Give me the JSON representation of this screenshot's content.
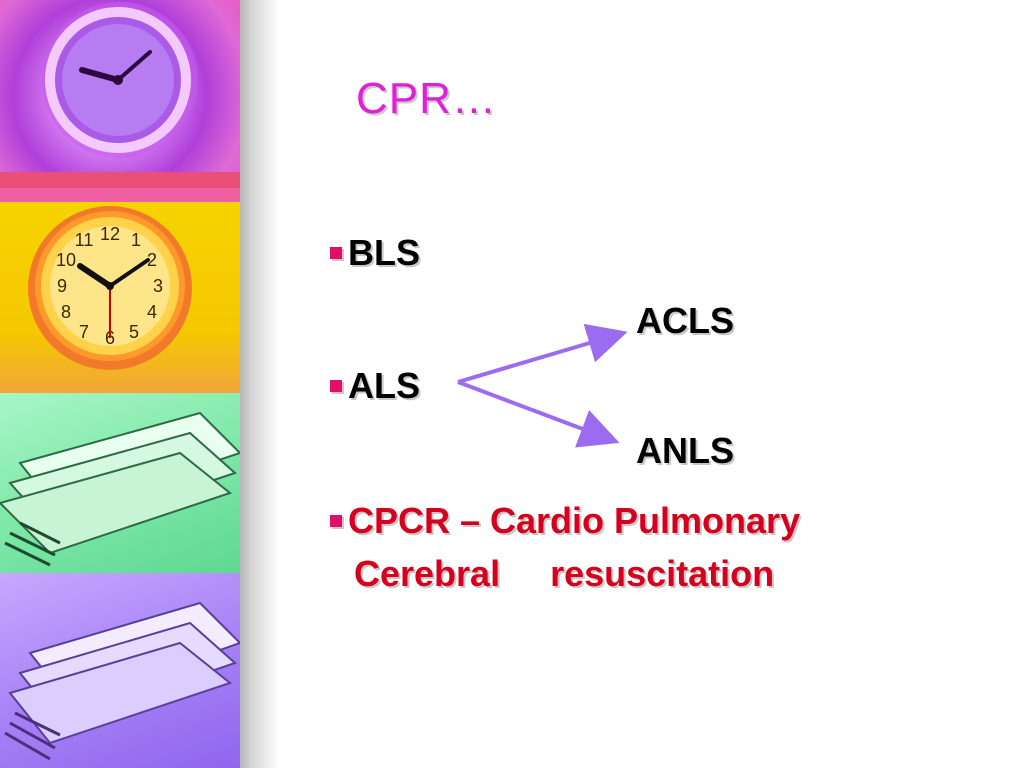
{
  "slide": {
    "title": "CPR…",
    "bullets": {
      "bls": "BLS",
      "als": "ALS",
      "cpcr_line1": "CPCR – Cardio Pulmonary",
      "cpcr_line2": "Cerebral     resuscitation"
    },
    "branches": {
      "upper": "ACLS",
      "lower": "ANLS"
    }
  },
  "colors": {
    "title": "#e020d8",
    "bullet_marker": "#e0106a",
    "body_text": "#000000",
    "cpcr_text": "#d4001e",
    "arrow": "#9b6cf0"
  },
  "decoration": {
    "left_strip_images": [
      "purple-clock-image",
      "yellow-clock-image",
      "green-papers-image",
      "violet-papers-image"
    ]
  }
}
